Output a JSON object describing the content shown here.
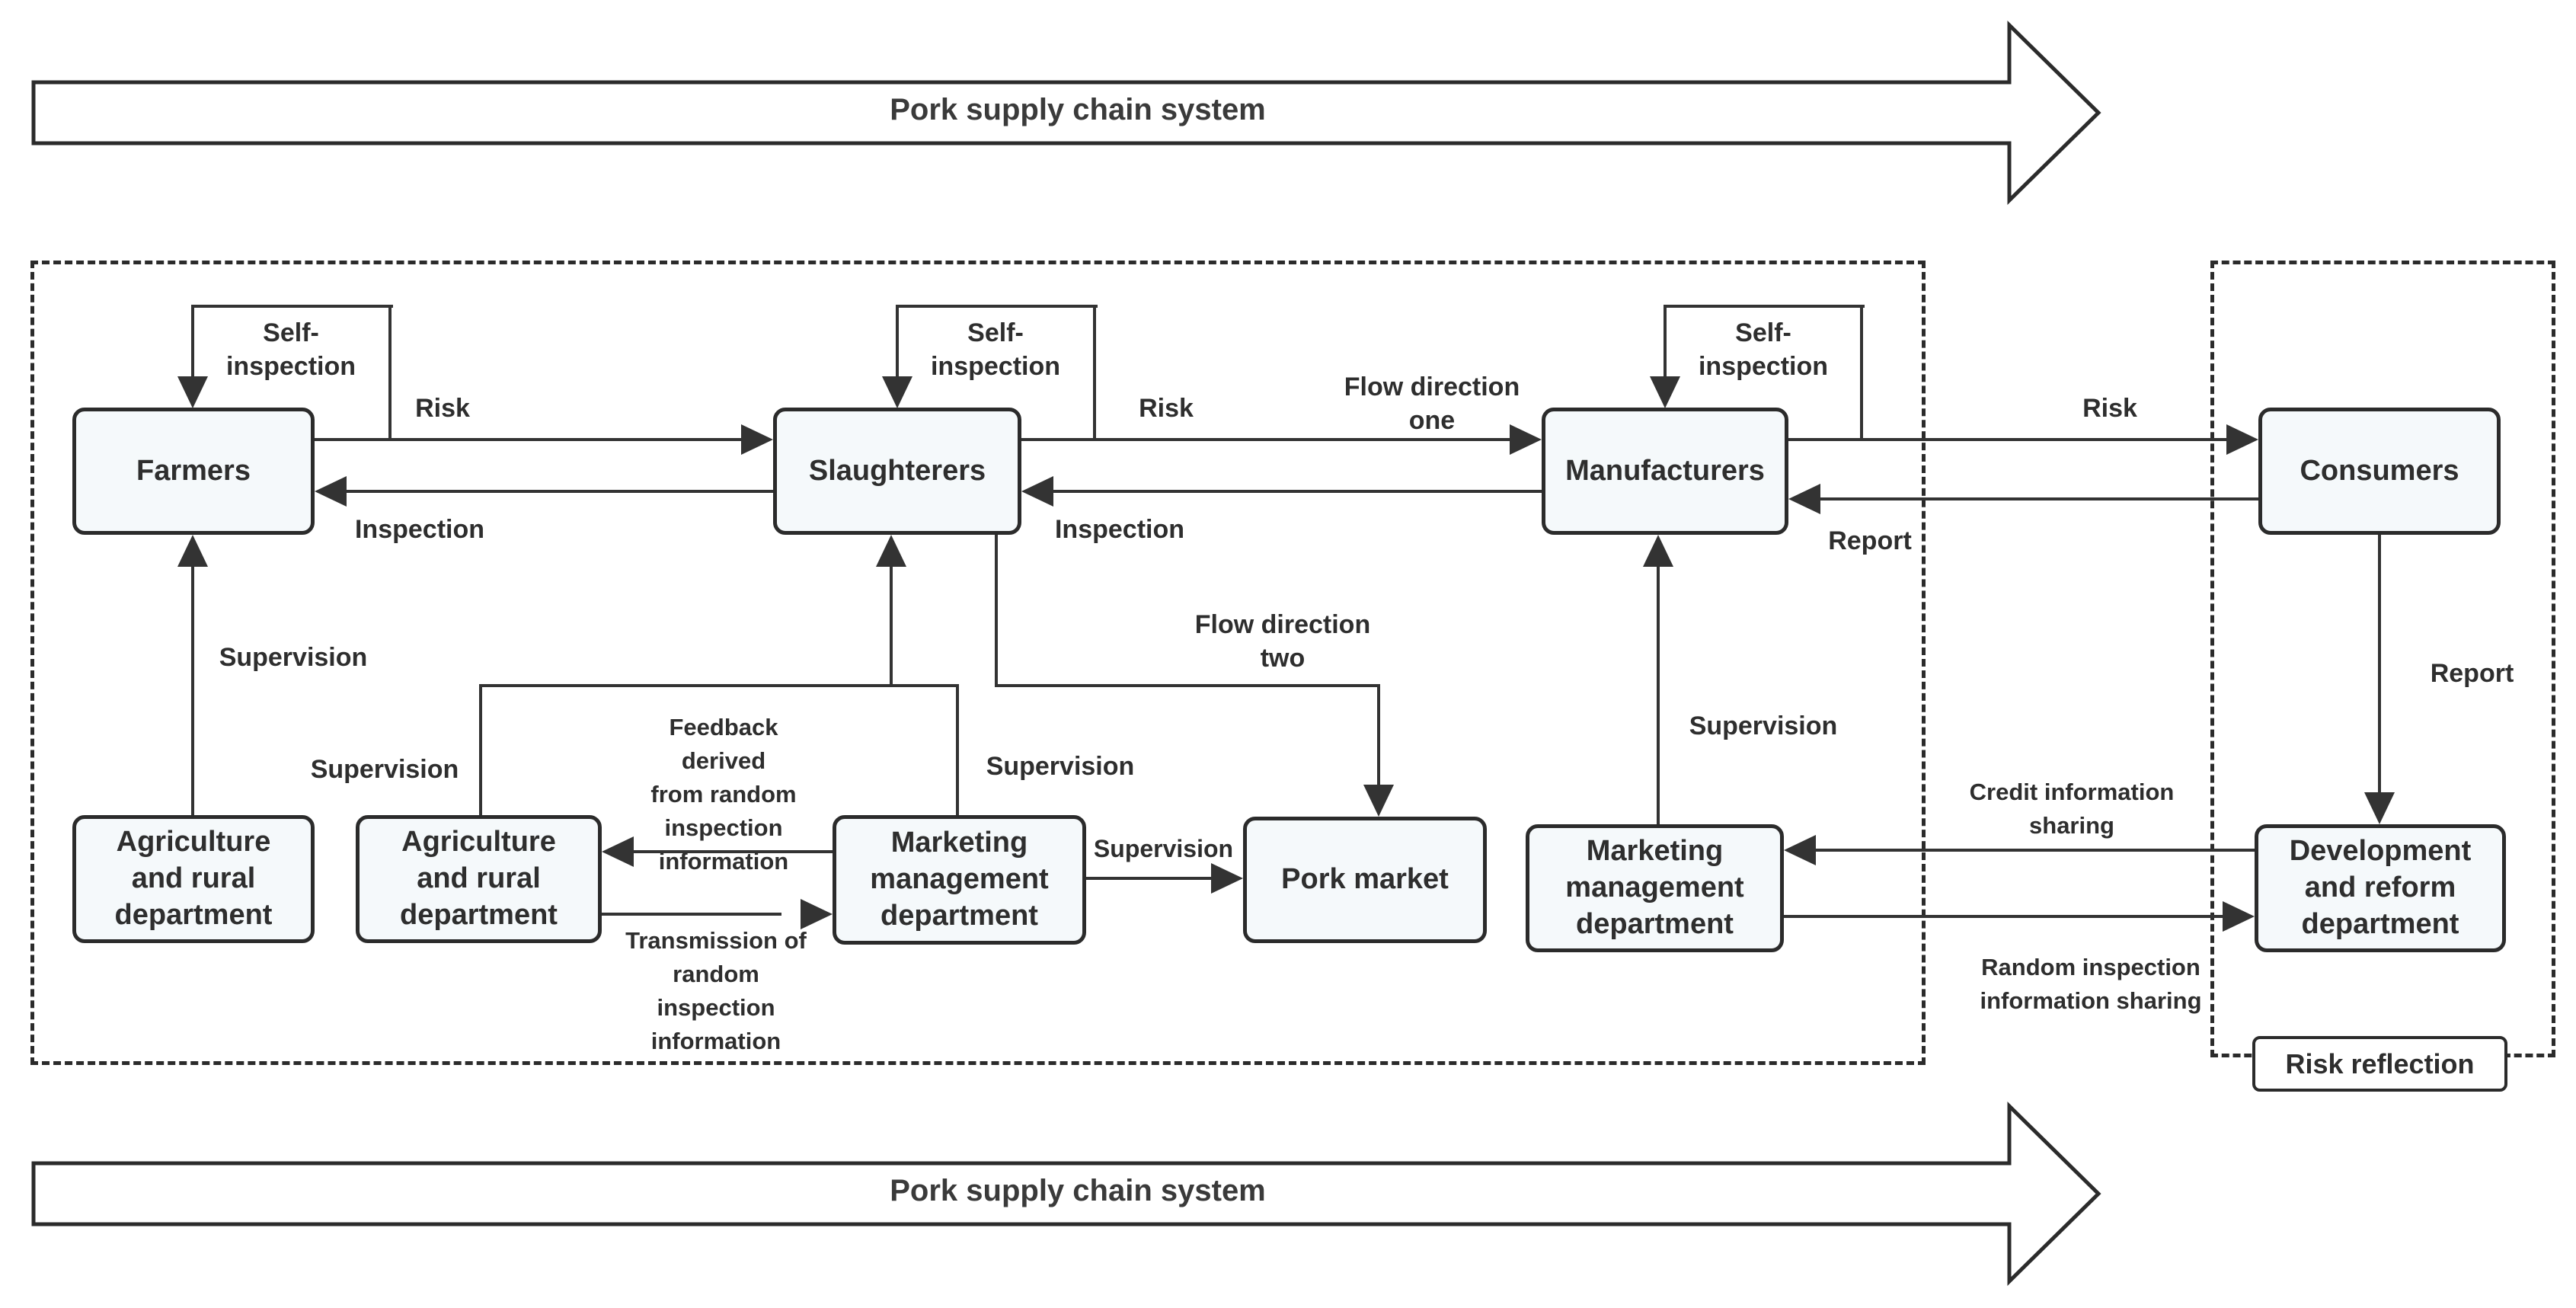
{
  "colors": {
    "line": "#333333",
    "box_border": "#2b2b2b",
    "box_fill": "#f5f9fb",
    "text": "#2e2e2e",
    "background": "#ffffff"
  },
  "banners": {
    "top": "Pork supply chain system",
    "bottom": "Pork supply chain system"
  },
  "boxes": {
    "farmers": "Farmers",
    "slaughterers": "Slaughterers",
    "manufacturers": "Manufacturers",
    "consumers": "Consumers",
    "agriculture_rural_1": "Agriculture\nand rural\ndepartment",
    "agriculture_rural_2": "Agriculture\nand rural\ndepartment",
    "marketing_management_1": "Marketing\nmanagement\ndepartment",
    "pork_market": "Pork market",
    "marketing_management_2": "Marketing\nmanagement\ndepartment",
    "development_reform": "Development\nand reform\ndepartment",
    "risk_reflection": "Risk reflection"
  },
  "edge_labels": {
    "self_inspection": "Self-\ninspection",
    "risk": "Risk",
    "inspection": "Inspection",
    "supervision": "Supervision",
    "report": "Report",
    "flow_direction_one": "Flow direction\none",
    "flow_direction_two": "Flow direction\ntwo",
    "feedback_random": "Feedback derived\nfrom random\ninspection\ninformation",
    "transmission_random": "Transmission of\nrandom\ninspection\ninformation",
    "credit_sharing": "Credit information\nsharing",
    "random_sharing": "Random inspection\ninformation sharing"
  }
}
